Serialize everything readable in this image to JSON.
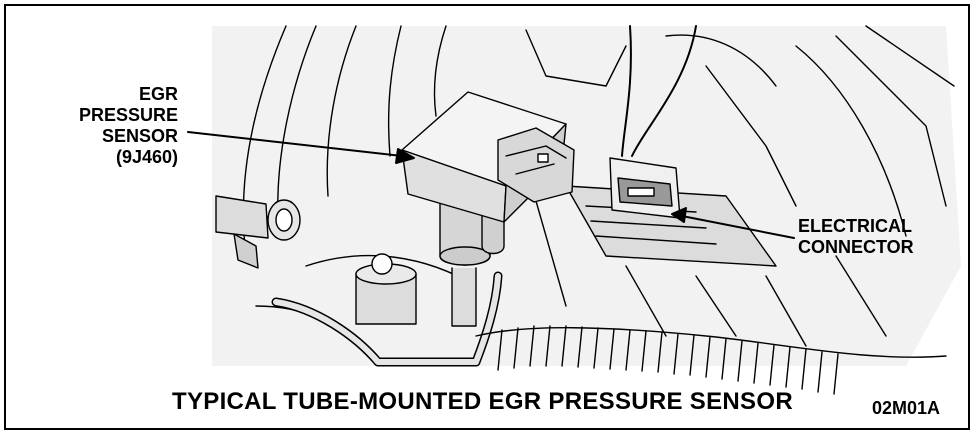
{
  "labels": {
    "egr_sensor": [
      "EGR",
      "PRESSURE",
      "SENSOR",
      "(9J460)"
    ],
    "electrical_connector": [
      "ELECTRICAL",
      "CONNECTOR"
    ]
  },
  "caption": "TYPICAL TUBE-MOUNTED EGR PRESSURE SENSOR",
  "figure_code": "02M01A",
  "colors": {
    "ink": "#000000",
    "paper": "#ffffff",
    "engine_tone": "#c8c8c8"
  }
}
